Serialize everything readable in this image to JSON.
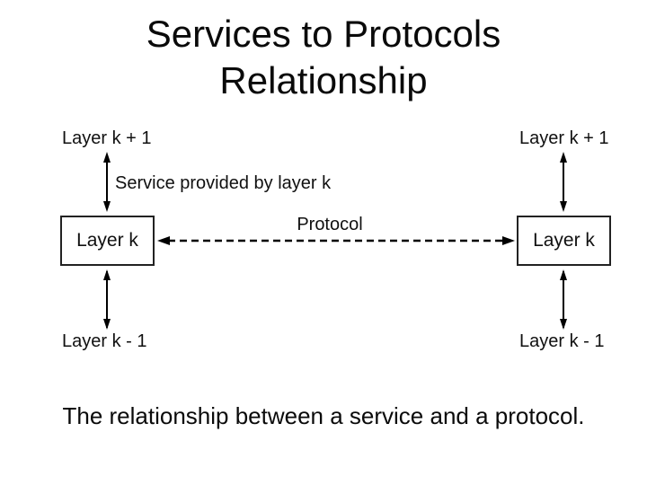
{
  "title": {
    "lines": [
      "Services to Protocols",
      "Relationship"
    ]
  },
  "diagram": {
    "left_stack": {
      "top_label": "Layer k + 1",
      "box_label": "Layer k",
      "bottom_label": "Layer k - 1"
    },
    "right_stack": {
      "top_label": "Layer k + 1",
      "box_label": "Layer k",
      "bottom_label": "Layer k - 1"
    },
    "service_arrow_label": "Service provided by layer k",
    "protocol_arrow_label": "Protocol"
  },
  "caption": "The relationship between a service and a protocol.",
  "colors": {
    "ink": "#000000",
    "paper": "#ffffff",
    "box_border": "#222222"
  }
}
